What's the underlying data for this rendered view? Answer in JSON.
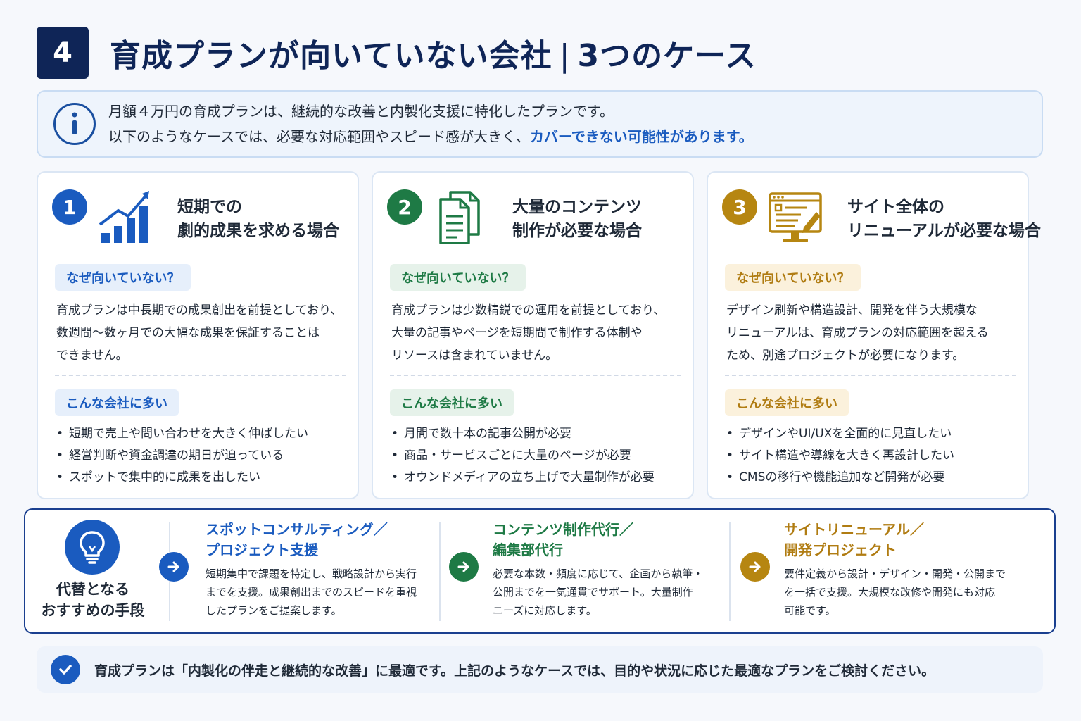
{
  "header": {
    "number": "4",
    "title": "育成プランが向いていない会社",
    "separator": "|",
    "subtitle": "3つのケース"
  },
  "info": {
    "icon": "info-icon",
    "line1": "月額４万円の育成プランは、継続的な改善と内製化支援に特化したプランです。",
    "line2_prefix": "以下のようなケースでは、必要な対応範囲やスピード感が大きく、",
    "line2_highlight": "カバーできない可能性があります。"
  },
  "cards": [
    {
      "number": "1",
      "icon": "bar-chart-growth-icon",
      "title_line1": "短期での",
      "title_line2": "劇的成果を求める場合",
      "reason_tag": "なぜ向いていない？",
      "reason_lines": [
        "育成プランは中長期での成果創出を前提としており、",
        "数週間〜数ヶ月での大幅な成果を保証することは",
        "できません。"
      ],
      "companies_tag": "こんな会社に多い",
      "companies": [
        "短期で売上や問い合わせを大きく伸ばしたい",
        "経営判断や資金調達の期日が迫っている",
        "スポットで集中的に成果を出したい"
      ]
    },
    {
      "number": "2",
      "icon": "documents-icon",
      "title_line1": "大量のコンテンツ",
      "title_line2": "制作が必要な場合",
      "reason_tag": "なぜ向いていない？",
      "reason_lines": [
        "育成プランは少数精鋭での運用を前提としており、",
        "大量の記事やページを短期間で制作する体制や",
        "リソースは含まれていません。"
      ],
      "companies_tag": "こんな会社に多い",
      "companies": [
        "月間で数十本の記事公開が必要",
        "商品・サービスごとに大量のページが必要",
        "オウンドメディアの立ち上げで大量制作が必要"
      ]
    },
    {
      "number": "3",
      "icon": "monitor-edit-icon",
      "title_line1": "サイト全体の",
      "title_line2": "リニューアルが必要な場合",
      "reason_tag": "なぜ向いていない？",
      "reason_lines": [
        "デザイン刷新や構造設計、開発を伴う大規模な",
        "リニューアルは、育成プランの対応範囲を超える",
        "ため、別途プロジェクトが必要になります。"
      ],
      "companies_tag": "こんな会社に多い",
      "companies": [
        "デザインやUI/UXを全面的に見直したい",
        "サイト構造や導線を大きく再設計したい",
        "CMSの移行や機能追加など開発が必要"
      ]
    }
  ],
  "alternatives": {
    "icon": "lightbulb-icon",
    "label_line1": "代替となる",
    "label_line2": "おすすめの手段",
    "items": [
      {
        "title_line1": "スポットコンサルティング／",
        "title_line2": "プロジェクト支援",
        "desc_lines": [
          "短期集中で課題を特定し、戦略設計から実行",
          "までを支援。成果創出までのスピードを重視",
          "したプランをご提案します。"
        ]
      },
      {
        "title_line1": "コンテンツ制作代行／",
        "title_line2": "編集部代行",
        "desc_lines": [
          "必要な本数・頻度に応じて、企画から執筆・",
          "公開までを一気通貫でサポート。大量制作",
          "ニーズに対応します。"
        ]
      },
      {
        "title_line1": "サイトリニューアル／",
        "title_line2": "開発プロジェクト",
        "desc_lines": [
          "要件定義から設計・デザイン・開発・公開まで",
          "を一括で支援。大規模な改修や開発にも対応",
          "可能です。"
        ]
      }
    ]
  },
  "footer": {
    "icon": "check-circle-icon",
    "text": "育成プランは「内製化の伴走と継続的な改善」に最適です。上記のようなケースでは、目的や状況に応じた最適なプランをご検討ください。"
  },
  "colors": {
    "navy": "#0f2557",
    "blue": "#1a5bbf",
    "green": "#1e7a45",
    "gold": "#b68611"
  }
}
